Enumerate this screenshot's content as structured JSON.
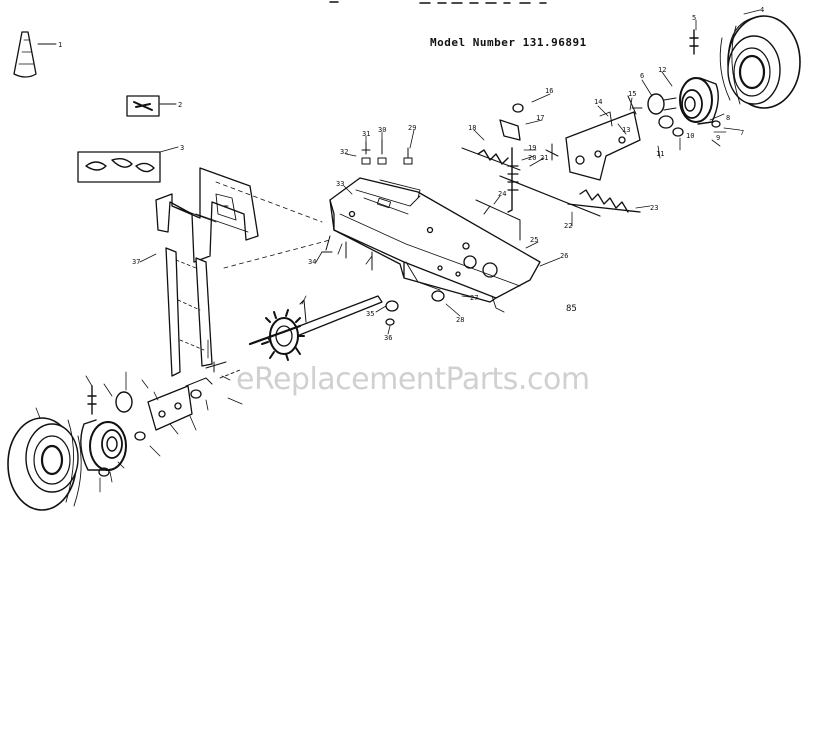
{
  "header": {
    "model_label": "Model Number 131.96891"
  },
  "diagram_code": "85",
  "watermark": "eReplacementParts.com",
  "callouts": [
    {
      "id": "c1",
      "text": "1"
    },
    {
      "id": "c2",
      "text": "2"
    },
    {
      "id": "c3",
      "text": "3"
    },
    {
      "id": "c4",
      "text": "4"
    },
    {
      "id": "c5",
      "text": "5"
    },
    {
      "id": "c6",
      "text": "6"
    },
    {
      "id": "c7",
      "text": "7"
    },
    {
      "id": "c8",
      "text": "8"
    },
    {
      "id": "c9",
      "text": "9"
    },
    {
      "id": "c10",
      "text": "10"
    },
    {
      "id": "c11",
      "text": "11"
    },
    {
      "id": "c12",
      "text": "12"
    },
    {
      "id": "c13",
      "text": "13"
    },
    {
      "id": "c14",
      "text": "14"
    },
    {
      "id": "c15",
      "text": "15"
    },
    {
      "id": "c16",
      "text": "16"
    },
    {
      "id": "c17",
      "text": "17"
    },
    {
      "id": "c18",
      "text": "18"
    },
    {
      "id": "c19",
      "text": "19"
    },
    {
      "id": "c20",
      "text": "20"
    },
    {
      "id": "c21",
      "text": "21"
    },
    {
      "id": "c22",
      "text": "22"
    },
    {
      "id": "c23",
      "text": "23"
    },
    {
      "id": "c24",
      "text": "24"
    },
    {
      "id": "c25",
      "text": "25"
    },
    {
      "id": "c26",
      "text": "26"
    },
    {
      "id": "c27",
      "text": "27"
    },
    {
      "id": "c28",
      "text": "28"
    },
    {
      "id": "c29",
      "text": "29"
    },
    {
      "id": "c30",
      "text": "30"
    },
    {
      "id": "c31",
      "text": "31"
    },
    {
      "id": "c32",
      "text": "32"
    },
    {
      "id": "c33",
      "text": "33"
    },
    {
      "id": "c34",
      "text": "34"
    },
    {
      "id": "c35",
      "text": "35"
    },
    {
      "id": "c36",
      "text": "36"
    },
    {
      "id": "c37",
      "text": "37"
    }
  ],
  "colors": {
    "ink": "#111111",
    "paper": "#ffffff",
    "watermark": "#969696"
  }
}
